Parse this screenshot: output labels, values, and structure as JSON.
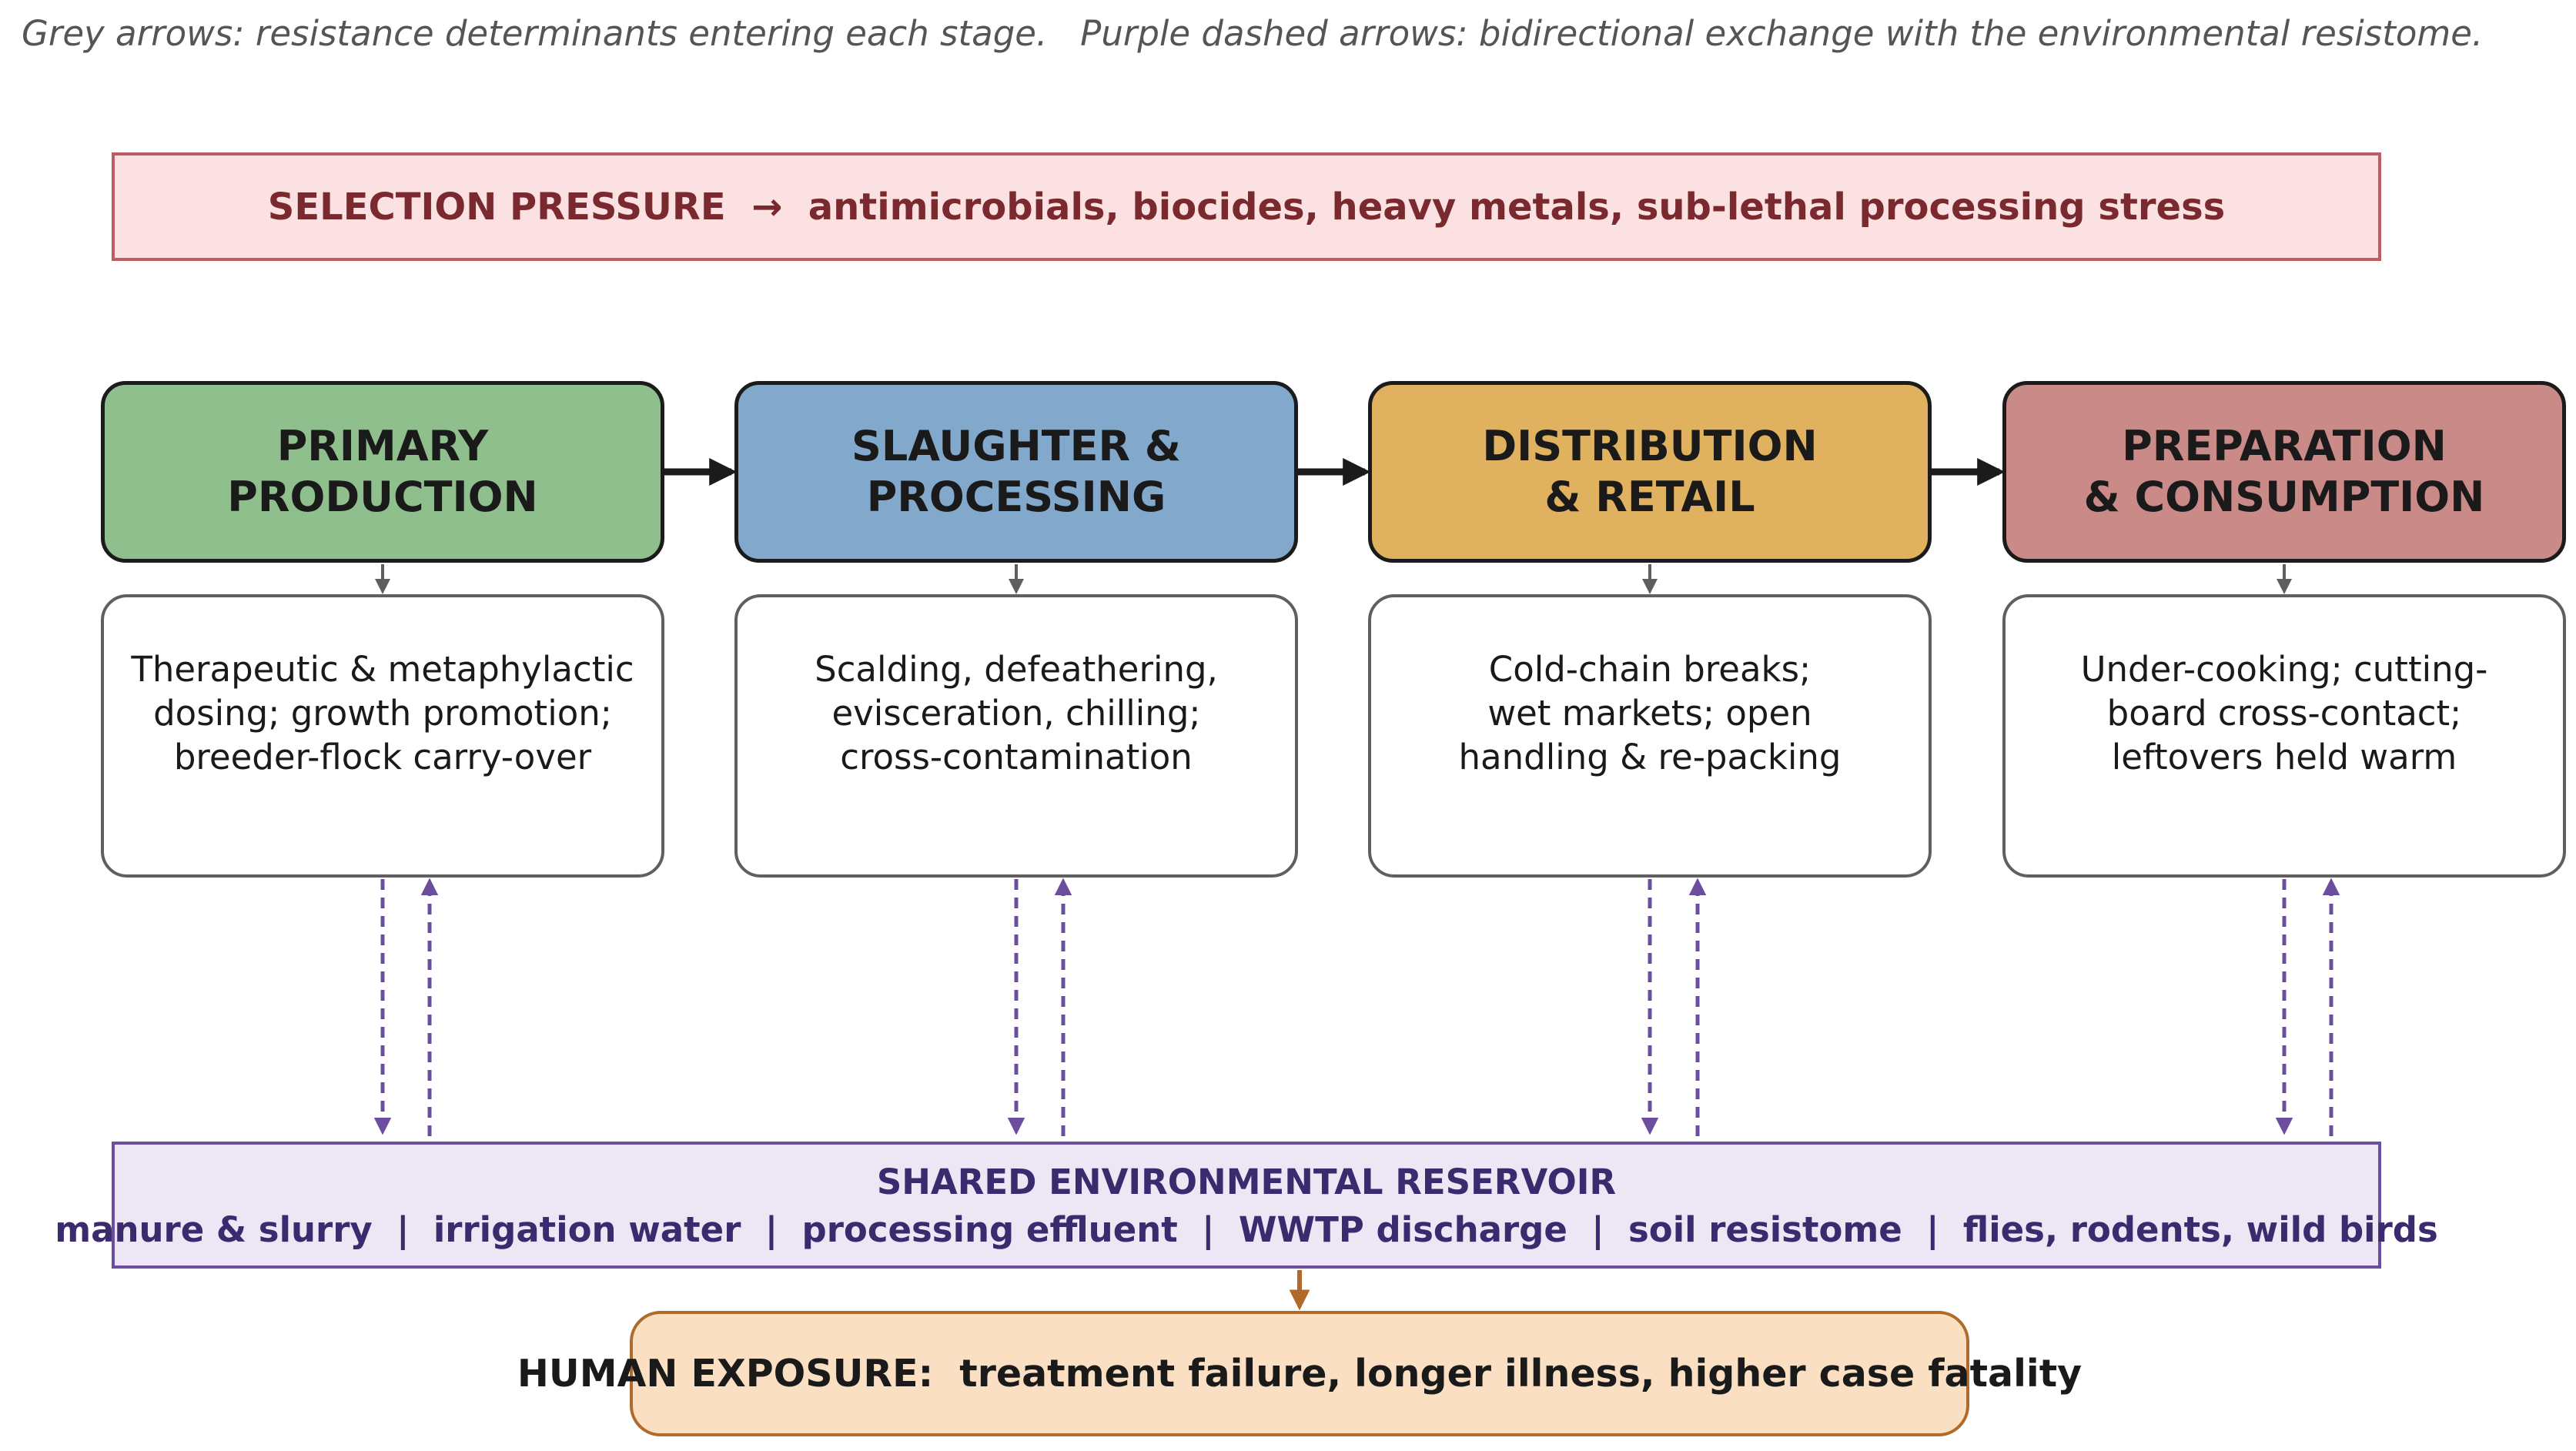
{
  "legend_note": "Grey arrows: resistance determinants entering each stage.   Purple dashed arrows: bidirectional exchange with the environmental resistome.",
  "selection_pressure": "SELECTION PRESSURE  →  antimicrobials, biocides, heavy metals, sub-lethal processing stress",
  "stages": [
    {
      "title_line1": "PRIMARY",
      "title_line2": "PRODUCTION",
      "color": "#8fbf8c",
      "detail_line1": "Therapeutic & metaphylactic",
      "detail_line2": "dosing; growth promotion;",
      "detail_line3": "breeder-flock carry-over"
    },
    {
      "title_line1": "SLAUGHTER &",
      "title_line2": "PROCESSING",
      "color": "#82a9cb",
      "detail_line1": "Scalding, defeathering,",
      "detail_line2": "evisceration, chilling;",
      "detail_line3": "cross-contamination"
    },
    {
      "title_line1": "DISTRIBUTION",
      "title_line2": "& RETAIL",
      "color": "#e0b15f",
      "detail_line1": "Cold-chain breaks;",
      "detail_line2": "wet markets; open",
      "detail_line3": "handling & re-packing"
    },
    {
      "title_line1": "PREPARATION",
      "title_line2": "& CONSUMPTION",
      "color": "#c98a88",
      "detail_line1": "Under-cooking; cutting-",
      "detail_line2": "board cross-contact;",
      "detail_line3": "leftovers held warm"
    }
  ],
  "reservoir": {
    "title": "SHARED ENVIRONMENTAL RESERVOIR",
    "sources": "manure & slurry  |  irrigation water  |  processing effluent  |  WWTP discharge  |  soil resistome  |  flies, rodents, wild birds"
  },
  "human_exposure": "HUMAN EXPOSURE:  treatment failure, longer illness, higher case fatality",
  "colors": {
    "grey_arrow": "#5f5f5f",
    "flow_arrow": "#1b1b1b",
    "purple_arrow": "#6b4f9e",
    "orange_arrow": "#b06a2c"
  }
}
